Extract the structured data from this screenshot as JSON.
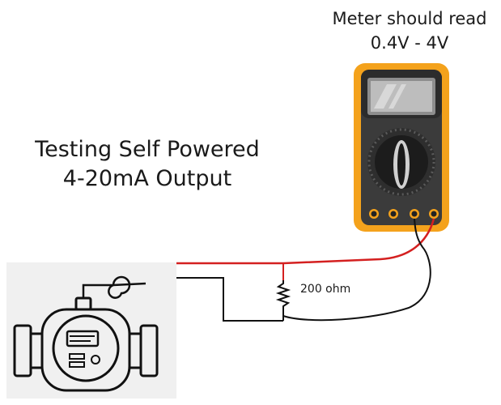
{
  "title": {
    "line1": "Testing Self Powered",
    "line2": "4-20mA Output"
  },
  "meter_note": {
    "line1": "Meter should read",
    "line2": "0.4V - 4V"
  },
  "resistor_label": "200 ohm",
  "colors": {
    "positive_wire": "#d42020",
    "negative_wire": "#111111",
    "meter_frame": "#f4a21c",
    "meter_body": "#3b3b3b",
    "device_background": "#f0f0f0"
  },
  "icons": [
    "flow-meter-icon",
    "multimeter-icon",
    "resistor-icon"
  ]
}
